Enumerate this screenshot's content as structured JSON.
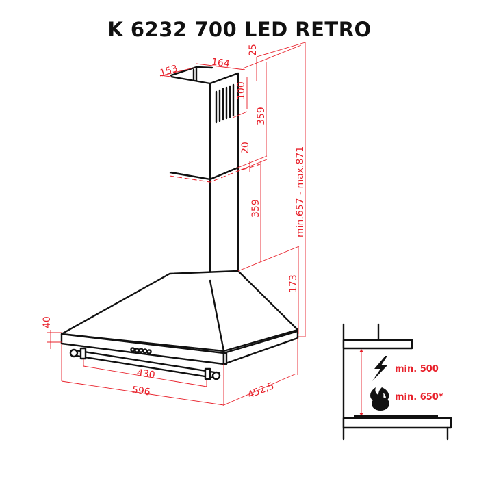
{
  "title": "K 6232 700 LED RETRO",
  "colors": {
    "dimension": "#e8202a",
    "outline": "#111111",
    "background": "#ffffff"
  },
  "dimensions": {
    "chimney_depth": "153",
    "chimney_width": "164",
    "top_offset": "25",
    "vent_height": "100",
    "upper_chimney": "359",
    "overlap": "20",
    "lower_chimney": "359",
    "canopy_height": "173",
    "total_height": "min.657 - max.871",
    "front_panel_height": "40",
    "rail_length": "430",
    "width": "596",
    "depth": "452,5"
  },
  "installation": {
    "electric_min": "min. 500",
    "gas_min": "min. 650*",
    "electric_icon": "lightning-icon",
    "gas_icon": "flame-icon"
  }
}
